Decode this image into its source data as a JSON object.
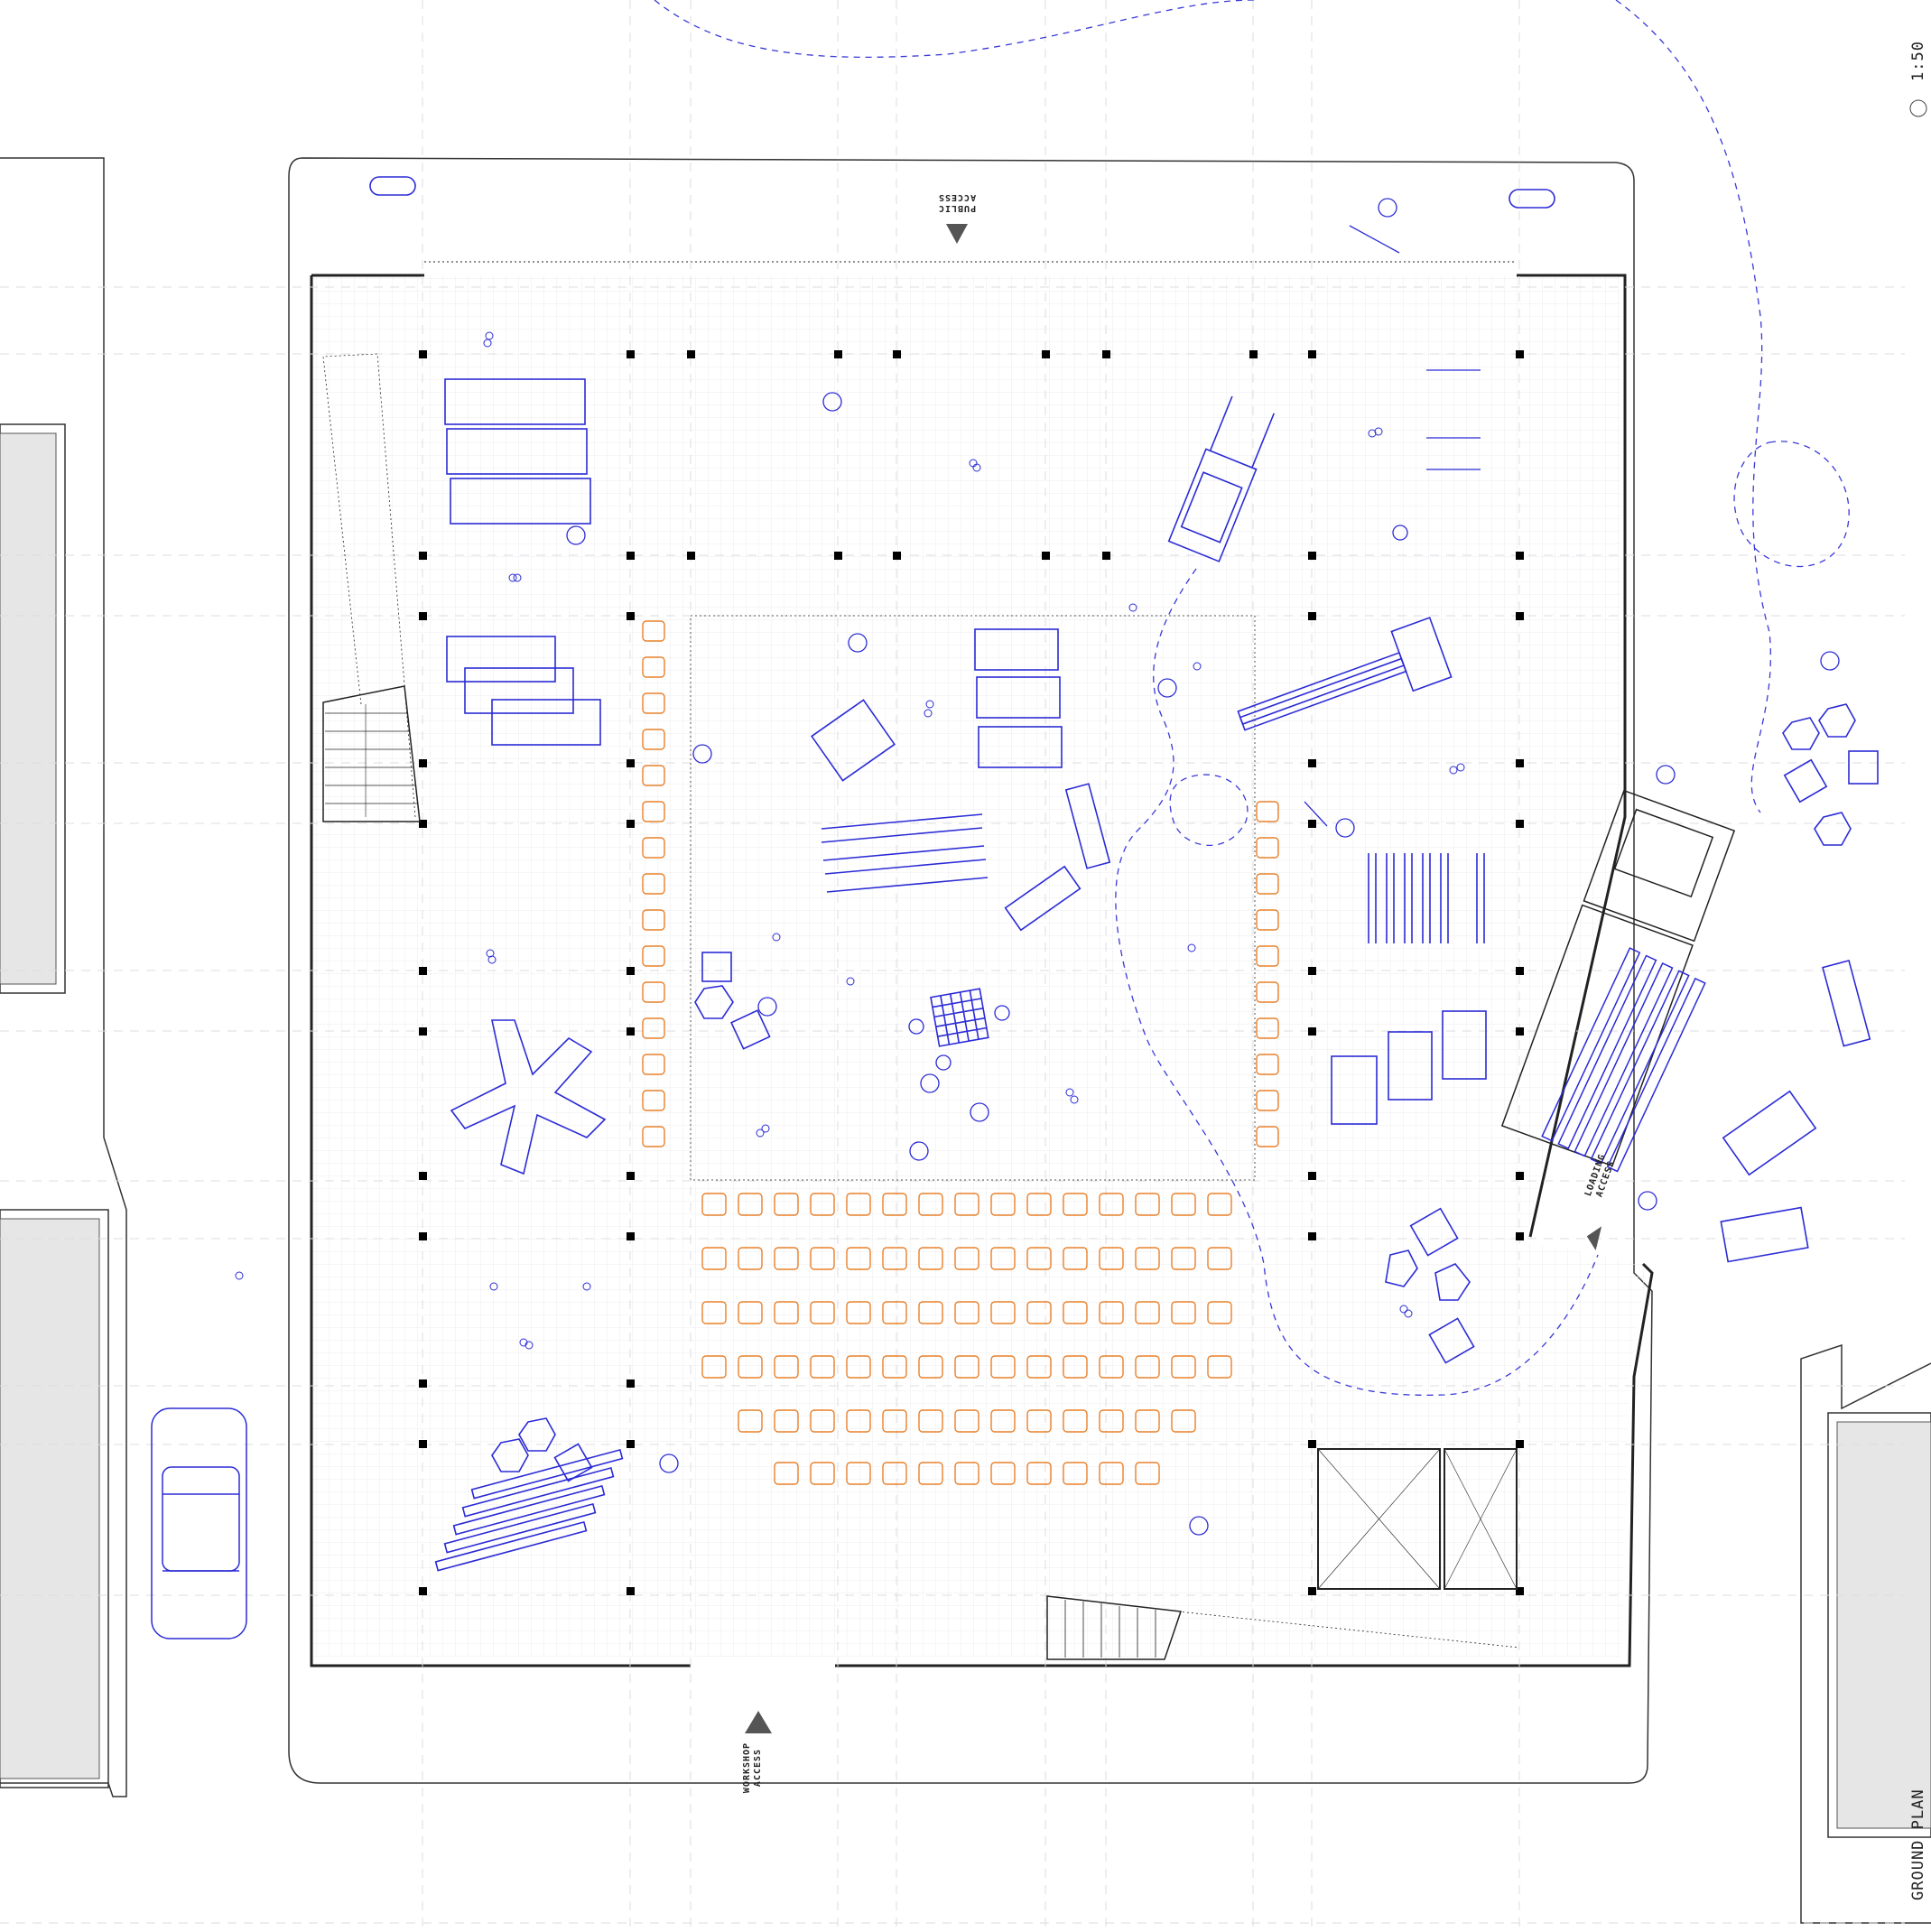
{
  "drawing": {
    "title": "GROUND PLAN",
    "scale": "1:50"
  },
  "access_labels": {
    "public": "PUBLIC\nACCESS",
    "workshop": "WORKSHOP\nACCESS",
    "loading": "LOADING\nACCESS"
  },
  "colors": {
    "line": "#222222",
    "furniture": "#2b2bd6",
    "seating": "#e9802a",
    "grid": "#d9d9dd",
    "flow_path": "#3a3ad8",
    "neighbour_fill": "#e6e6e6",
    "column": "#000000"
  }
}
